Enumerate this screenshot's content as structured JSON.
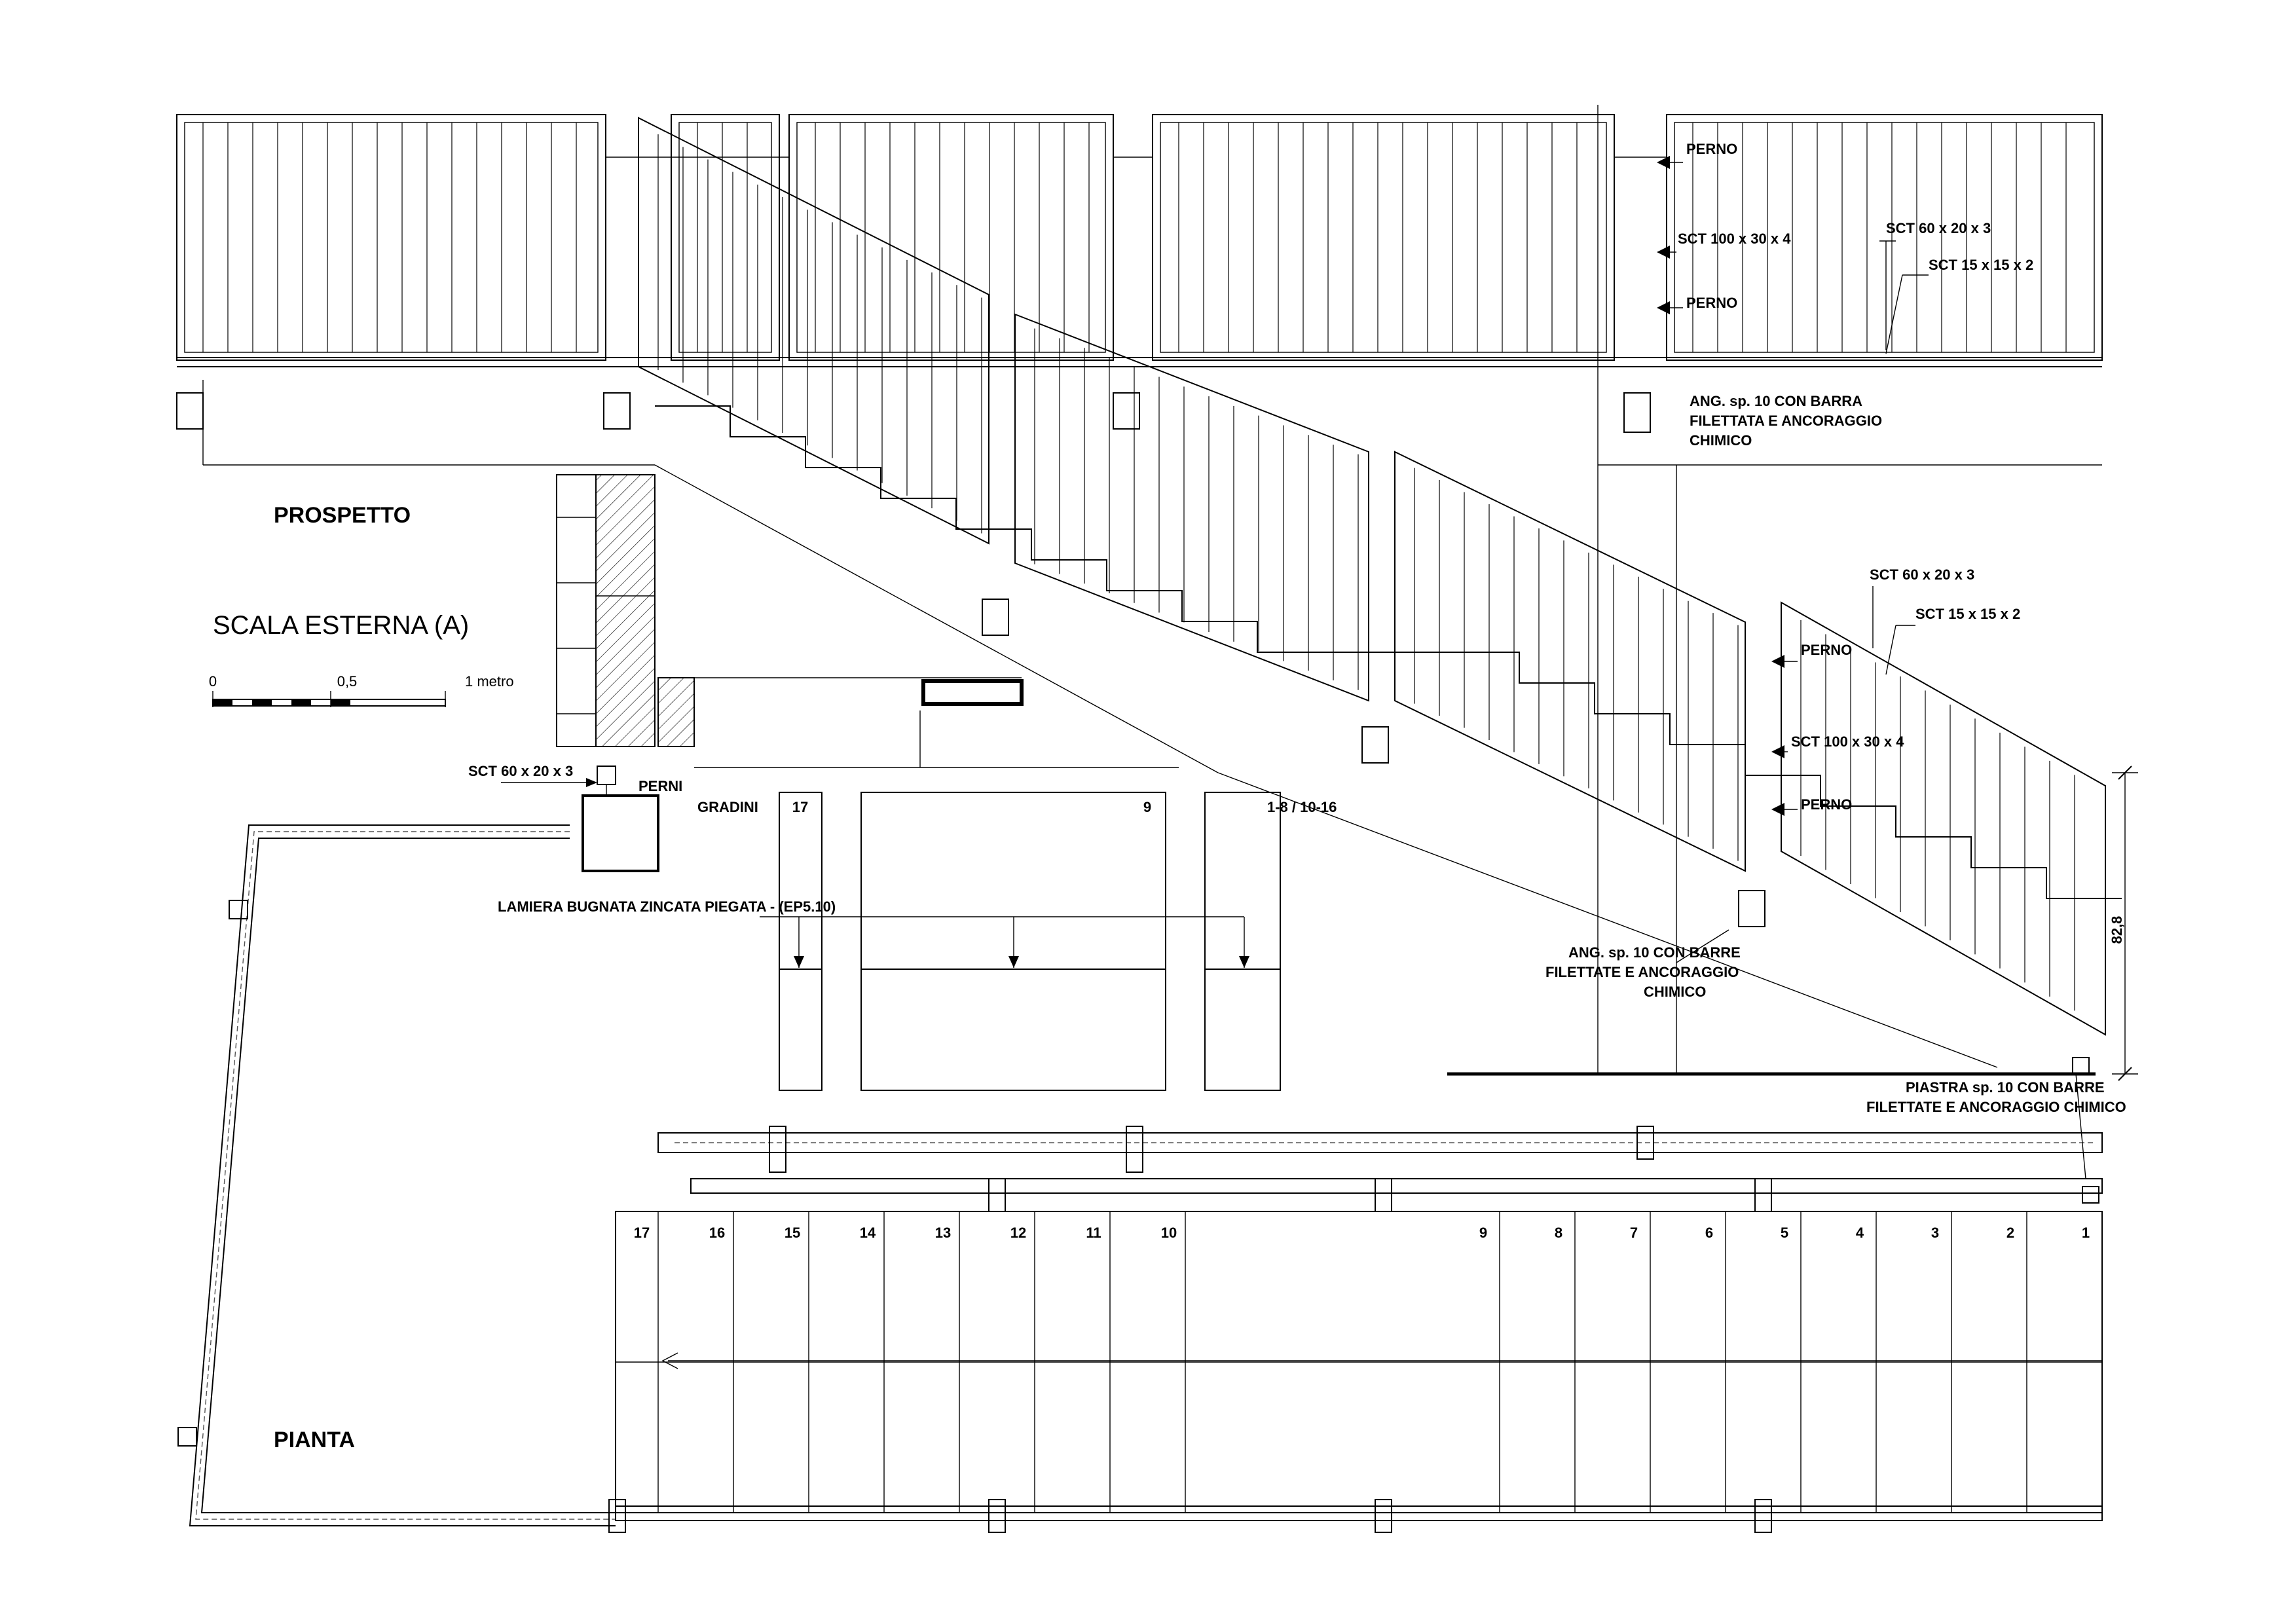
{
  "labels": {
    "prospetto": "PROSPETTO",
    "pianta": "PIANTA",
    "scala_esterna": "SCALA ESTERNA (A)",
    "scale_0": "0",
    "scale_05": "0,5",
    "scale_1": "1 metro",
    "gradini": "GRADINI",
    "lamiera": "LAMIERA BUGNATA ZINCATA PIEGATA - (EP5.10)",
    "perni": "PERNI",
    "sct_60_left": "SCT 60 x 20 x 3",
    "perno_1": "PERNO",
    "sct_100_1": "SCT 100 x 30 x 4",
    "perno_2": "PERNO",
    "sct_60_top": "SCT 60 x 20 x 3",
    "sct_15_top": "SCT 15 x 15 x 2",
    "ang_top_1": "ANG. sp. 10 CON BARRA",
    "ang_top_2": "FILETTATA E ANCORAGGIO",
    "ang_top_3": "CHIMICO",
    "sct_60_mid": "SCT 60 x 20 x 3",
    "sct_15_mid": "SCT 15 x 15 x 2",
    "perno_3": "PERNO",
    "sct_100_2": "SCT 100 x 30 x 4",
    "perno_4": "PERNO",
    "ang_bot_1": "ANG. sp. 10 CON BARRE",
    "ang_bot_2": "FILETTATE E ANCORAGGIO",
    "ang_bot_3": "CHIMICO",
    "piastra_1": "PIASTRA sp. 10 CON BARRE",
    "piastra_2": "FILETTATE E ANCORAGGIO CHIMICO",
    "dim_height": "82,8",
    "tread_17": "17",
    "tread_9": "9",
    "tread_range": "1-8 / 10-16"
  },
  "step_numbers": [
    "17",
    "16",
    "15",
    "14",
    "13",
    "12",
    "11",
    "10",
    "9",
    "8",
    "7",
    "6",
    "5",
    "4",
    "3",
    "2",
    "1"
  ]
}
